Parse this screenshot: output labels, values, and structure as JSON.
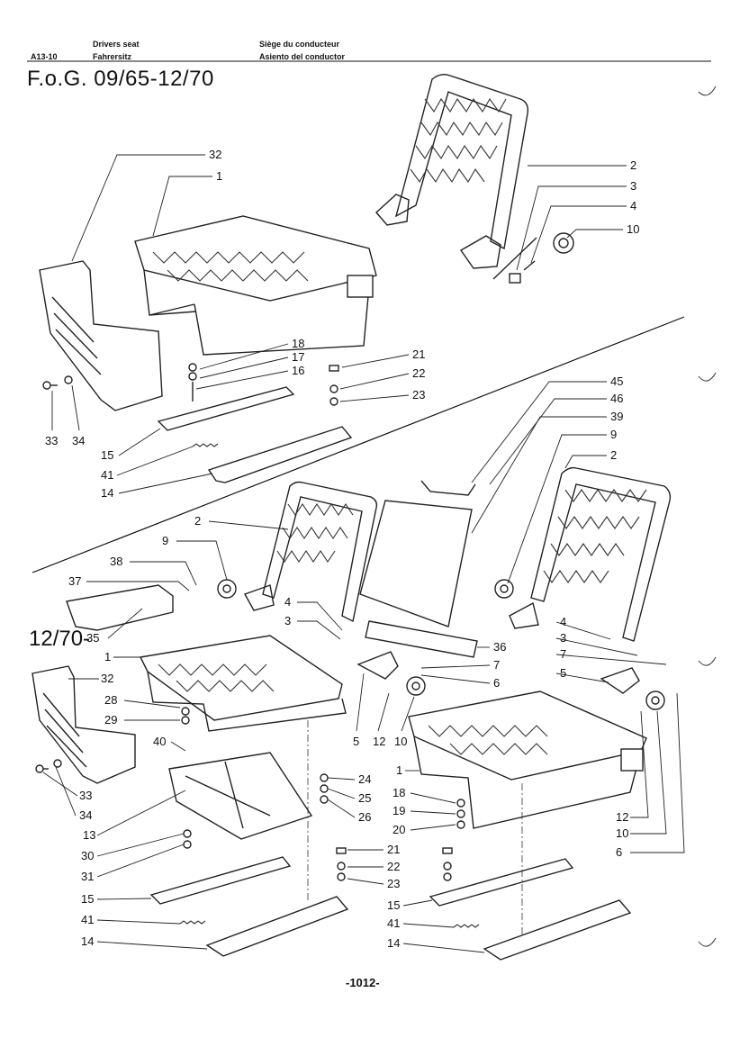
{
  "header": {
    "ref": "A13-10",
    "en": "Drivers seat",
    "de": "Fahrersitz",
    "fr": "Siège du conducteur",
    "es": "Asiento del conductor"
  },
  "title": "F.o.G.  09/65-12/70",
  "section_label": "12/70-",
  "page_number": "-1012-",
  "callouts": [
    {
      "id": "c32a",
      "text": "32"
    },
    {
      "id": "c1a",
      "text": "1"
    },
    {
      "id": "c2a",
      "text": "2"
    },
    {
      "id": "c3a",
      "text": "3"
    },
    {
      "id": "c4a",
      "text": "4"
    },
    {
      "id": "c10a",
      "text": "10"
    },
    {
      "id": "c18a",
      "text": "18"
    },
    {
      "id": "c17a",
      "text": "17"
    },
    {
      "id": "c16a",
      "text": "16"
    },
    {
      "id": "c21a",
      "text": "21"
    },
    {
      "id": "c22a",
      "text": "22"
    },
    {
      "id": "c23a",
      "text": "23"
    },
    {
      "id": "c33a",
      "text": "33"
    },
    {
      "id": "c34a",
      "text": "34"
    },
    {
      "id": "c15a",
      "text": "15"
    },
    {
      "id": "c41a",
      "text": "41"
    },
    {
      "id": "c14a",
      "text": "14"
    },
    {
      "id": "c45",
      "text": "45"
    },
    {
      "id": "c46",
      "text": "46"
    },
    {
      "id": "c39",
      "text": "39"
    },
    {
      "id": "c9a",
      "text": "9"
    },
    {
      "id": "c2b",
      "text": "2"
    },
    {
      "id": "c2c",
      "text": "2"
    },
    {
      "id": "c9b",
      "text": "9"
    },
    {
      "id": "c38",
      "text": "38"
    },
    {
      "id": "c37",
      "text": "37"
    },
    {
      "id": "c35",
      "text": "35"
    },
    {
      "id": "c4b",
      "text": "4"
    },
    {
      "id": "c3b",
      "text": "3"
    },
    {
      "id": "c1b",
      "text": "1"
    },
    {
      "id": "c32b",
      "text": "32"
    },
    {
      "id": "c36",
      "text": "36"
    },
    {
      "id": "c7a",
      "text": "7"
    },
    {
      "id": "c6a",
      "text": "6"
    },
    {
      "id": "c4c",
      "text": "4"
    },
    {
      "id": "c3c",
      "text": "3"
    },
    {
      "id": "c7b",
      "text": "7"
    },
    {
      "id": "c5a",
      "text": "5"
    },
    {
      "id": "c28",
      "text": "28"
    },
    {
      "id": "c29",
      "text": "29"
    },
    {
      "id": "c40",
      "text": "40"
    },
    {
      "id": "c5b",
      "text": "5"
    },
    {
      "id": "c12a",
      "text": "12"
    },
    {
      "id": "c10b",
      "text": "10"
    },
    {
      "id": "c1c",
      "text": "1"
    },
    {
      "id": "c33b",
      "text": "33"
    },
    {
      "id": "c34b",
      "text": "34"
    },
    {
      "id": "c13",
      "text": "13"
    },
    {
      "id": "c24",
      "text": "24"
    },
    {
      "id": "c25",
      "text": "25"
    },
    {
      "id": "c26",
      "text": "26"
    },
    {
      "id": "c18b",
      "text": "18"
    },
    {
      "id": "c19",
      "text": "19"
    },
    {
      "id": "c20",
      "text": "20"
    },
    {
      "id": "c12b",
      "text": "12"
    },
    {
      "id": "c10c",
      "text": "10"
    },
    {
      "id": "c6b",
      "text": "6"
    },
    {
      "id": "c30",
      "text": "30"
    },
    {
      "id": "c31",
      "text": "31"
    },
    {
      "id": "c21b",
      "text": "21"
    },
    {
      "id": "c22b",
      "text": "22"
    },
    {
      "id": "c23b",
      "text": "23"
    },
    {
      "id": "c15b",
      "text": "15"
    },
    {
      "id": "c15c",
      "text": "15"
    },
    {
      "id": "c41b",
      "text": "41"
    },
    {
      "id": "c41c",
      "text": "41"
    },
    {
      "id": "c14b",
      "text": "14"
    },
    {
      "id": "c14c",
      "text": "14"
    }
  ]
}
